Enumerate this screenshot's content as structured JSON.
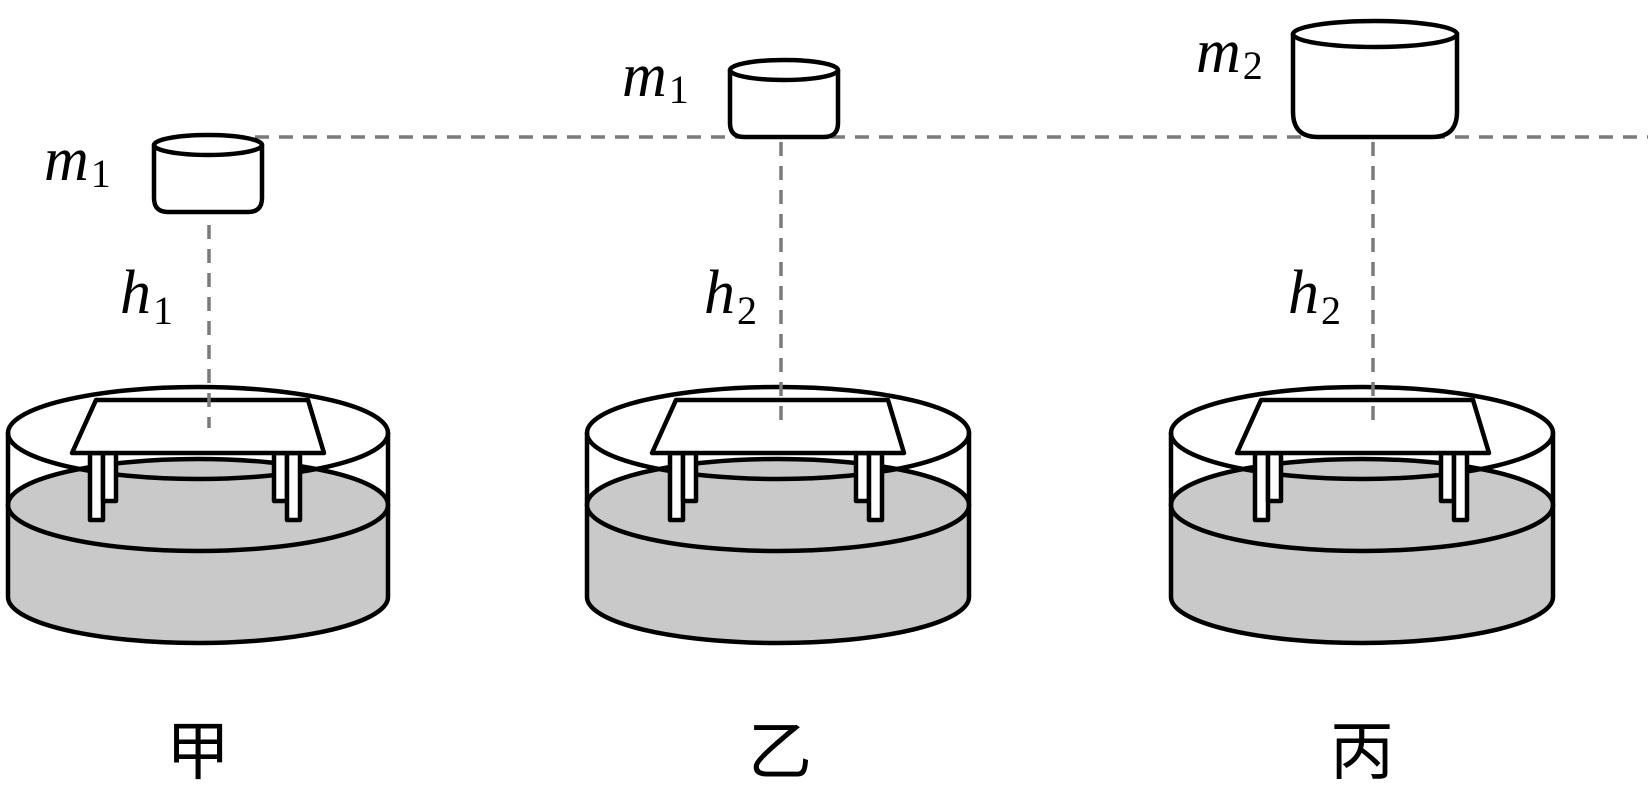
{
  "dashed_reference_line": true,
  "setups": [
    {
      "mass": {
        "symbol": "m",
        "subscript": "1"
      },
      "height": {
        "symbol": "h",
        "subscript": "1"
      },
      "caption": "甲"
    },
    {
      "mass": {
        "symbol": "m",
        "subscript": "1"
      },
      "height": {
        "symbol": "h",
        "subscript": "2"
      },
      "caption": "乙"
    },
    {
      "mass": {
        "symbol": "m",
        "subscript": "2"
      },
      "height": {
        "symbol": "h",
        "subscript": "2"
      },
      "caption": "丙"
    }
  ],
  "colors": {
    "water": "#c9c9c9",
    "dashed_line": "#7a7a7a",
    "stroke": "#000000"
  }
}
